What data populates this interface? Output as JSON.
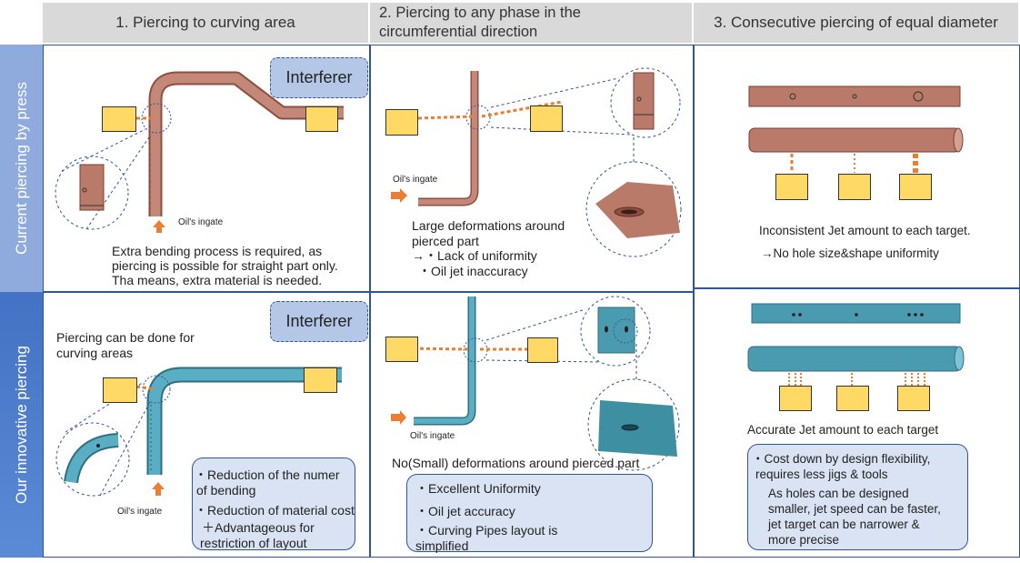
{
  "headers": [
    "1. Piercing to curving area",
    "2. Piercing to any phase in the circumferential direction",
    "3. Consecutive piercing of equal diameter"
  ],
  "headers_col2_lines": [
    "2. Piercing to any phase in the",
    "circumferential direction"
  ],
  "row_labels": [
    "Current piercing by press",
    "Our innovative piercing"
  ],
  "colors": {
    "header_bg": "#d9d9d9",
    "row1_label_bg": "#8faadc",
    "row2_label_bg": "#4472c4",
    "copper_pipe": "#b97a6a",
    "blue_pipe": "#4a9bb0",
    "target_box": "#ffd966",
    "jet_line": "#ed7d31",
    "note_bg": "#dae3f3",
    "interferer_bg": "#b4c7e7"
  },
  "current": {
    "c1": {
      "interferer": "Interferer",
      "ingate": "Oil's ingate",
      "text_lines": [
        "Extra bending process is required, as",
        "piercing is possible for straight part only.",
        "Tha means, extra material is needed."
      ]
    },
    "c2": {
      "ingate": "Oil's ingate",
      "text_lines": [
        "Large deformations around",
        "pierced part",
        "→・Lack of uniformity",
        "・Oil jet inaccuracy"
      ]
    },
    "c3": {
      "text_lines": [
        "Inconsistent Jet amount to each target.",
        "→No  hole size&shape uniformity"
      ]
    }
  },
  "innovative": {
    "c1": {
      "interferer": "Interferer",
      "ingate": "Oil's ingate",
      "caption_lines": [
        "Piercing can be done for",
        "curving areas"
      ],
      "note_lines": [
        "・Reduction of the numer",
        "of bending",
        "・Reduction of material cost",
        "＋Advantageous for",
        "restriction of layout"
      ]
    },
    "c2": {
      "ingate": "Oil's ingate",
      "caption": "No(Small) deformations around pierced part",
      "note_lines": [
        "・Excellent Uniformity",
        "・Oil jet accuracy",
        "・Curving Pipes layout is",
        "simplified"
      ]
    },
    "c3": {
      "caption": "Accurate Jet amount to each target",
      "note_lines": [
        "・Cost down by design flexibility,",
        "requires less jigs & tools",
        "As holes can be designed",
        "smaller,  jet speed can be faster,",
        "jet target can be narrower &",
        "more precise"
      ]
    }
  }
}
